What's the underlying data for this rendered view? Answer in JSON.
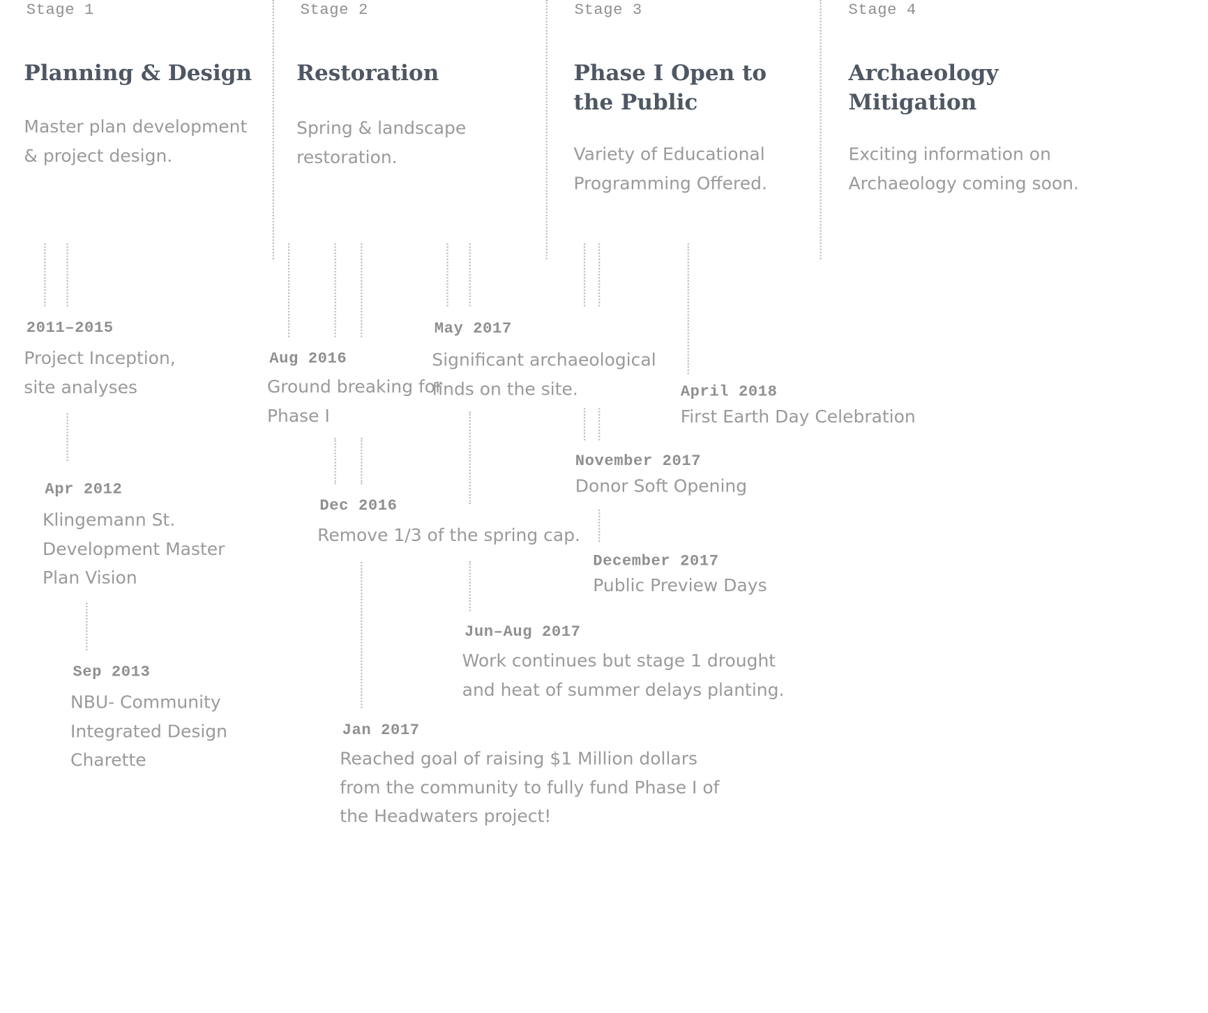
{
  "stages": [
    {
      "label": "Stage 1",
      "title": "Planning & Design",
      "description": "Master plan development & project design."
    },
    {
      "label": "Stage 2",
      "title": "Restoration",
      "description": "Spring & landscape restoration."
    },
    {
      "label": "Stage 3",
      "title": "Phase I Open to the Public",
      "description": "Variety of Educational Programming Offered."
    },
    {
      "label": "Stage 4",
      "title": "Archaeology Mitigation",
      "description": "Exciting information on Archaeology coming soon."
    }
  ],
  "events": [
    {
      "date": "2011–2015",
      "description": "Project Inception, site analyses"
    },
    {
      "date": "Apr 2012",
      "description": "Klingemann St. Development Master Plan Vision"
    },
    {
      "date": "Sep 2013",
      "description": "NBU- Community Integrated Design Charette"
    },
    {
      "date": "Aug 2016",
      "description": "Ground breaking for Phase I"
    },
    {
      "date": "Dec 2016",
      "description": "Remove 1/3 of the spring cap."
    },
    {
      "date": "Jan 2017",
      "description": "Reached goal of raising $1 Million dollars from the community to fully fund Phase I of the Headwaters project!"
    },
    {
      "date": "May 2017",
      "description": "Significant archaeological finds on the site."
    },
    {
      "date": "Jun–Aug 2017",
      "description": "Work continues but stage 1 drought and heat of summer delays planting."
    },
    {
      "date": "November 2017",
      "description": "Donor Soft Opening"
    },
    {
      "date": "December 2017",
      "description": "Public Preview Days"
    },
    {
      "date": "April 2018",
      "description": "First Earth Day Celebration"
    }
  ]
}
